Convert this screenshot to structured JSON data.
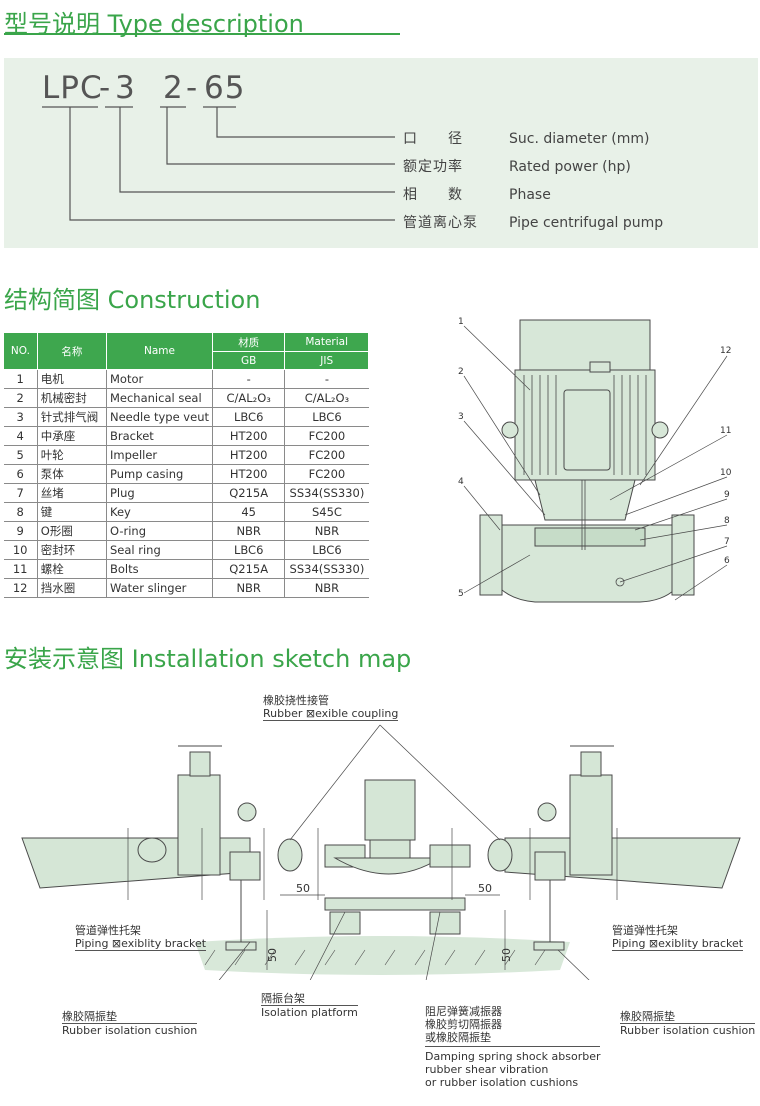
{
  "type_section": {
    "title_cn": "型号说明",
    "title_en": "Type description",
    "model": {
      "part1": "LPC",
      "dash1": "-",
      "part2": "3",
      "part3": "2",
      "dash2": "-",
      "part4": "65"
    },
    "legend": [
      {
        "cn": "口　　径",
        "en": "Suc. diameter (mm)"
      },
      {
        "cn": "额定功率",
        "en": "Rated power (hp)"
      },
      {
        "cn": "相　　数",
        "en": "Phase"
      },
      {
        "cn": "管道离心泵",
        "en": "Pipe centrifugal pump"
      }
    ]
  },
  "construction": {
    "title_cn": "结构简图",
    "title_en": "Construction",
    "headers": {
      "no": "NO.",
      "cn_name": "名称",
      "en_name": "Name",
      "material_cn": "材质",
      "material_en": "Material",
      "gb": "GB",
      "jis": "JIS"
    },
    "rows": [
      {
        "no": "1",
        "cn": "电机",
        "en": "Motor",
        "gb": "-",
        "jis": "-"
      },
      {
        "no": "2",
        "cn": "机械密封",
        "en": "Mechanical seal",
        "gb": "C/AL₂O₃",
        "jis": "C/AL₂O₃"
      },
      {
        "no": "3",
        "cn": "针式排气阀",
        "en": "Needle type veut",
        "gb": "LBC6",
        "jis": "LBC6"
      },
      {
        "no": "4",
        "cn": "中承座",
        "en": "Bracket",
        "gb": "HT200",
        "jis": "FC200"
      },
      {
        "no": "5",
        "cn": "叶轮",
        "en": "Impeller",
        "gb": "HT200",
        "jis": "FC200"
      },
      {
        "no": "6",
        "cn": "泵体",
        "en": "Pump casing",
        "gb": "HT200",
        "jis": "FC200"
      },
      {
        "no": "7",
        "cn": "丝堵",
        "en": "Plug",
        "gb": "Q215A",
        "jis": "SS34(SS330)"
      },
      {
        "no": "8",
        "cn": "键",
        "en": "Key",
        "gb": "45",
        "jis": "S45C"
      },
      {
        "no": "9",
        "cn": "O形圈",
        "en": "O-ring",
        "gb": "NBR",
        "jis": "NBR"
      },
      {
        "no": "10",
        "cn": "密封环",
        "en": "Seal ring",
        "gb": "LBC6",
        "jis": "LBC6"
      },
      {
        "no": "11",
        "cn": "螺栓",
        "en": "Bolts",
        "gb": "Q215A",
        "jis": "SS34(SS330)"
      },
      {
        "no": "12",
        "cn": "挡水圈",
        "en": "Water slinger",
        "gb": "NBR",
        "jis": "NBR"
      }
    ],
    "callouts": [
      "1",
      "2",
      "3",
      "4",
      "5",
      "6",
      "7",
      "8",
      "9",
      "10",
      "11",
      "12"
    ]
  },
  "installation": {
    "title_cn": "安装示意图",
    "title_en": "Installation sketch map",
    "labels": {
      "coupling_cn": "橡胶挠性接管",
      "coupling_en": "Rubber ⊠exible coupling",
      "bracket_cn": "管道弹性托架",
      "bracket_en": "Piping ⊠exiblity bracket",
      "cushion_cn": "橡胶隔振垫",
      "cushion_en": "Rubber isolation cushion",
      "platform_cn": "隔振台架",
      "platform_en": "Isolation platform",
      "damper_cn1": "阻尼弹簧减振器",
      "damper_cn2": "橡胶剪切隔振器",
      "damper_cn3": "或橡胶隔振垫",
      "damper_en1": "Damping spring shock absorber",
      "damper_en2": "rubber shear vibration",
      "damper_en3": "or rubber isolation cushions",
      "dim": "50"
    }
  },
  "colors": {
    "accent": "#3aa54a",
    "panel": "#e8f1e8",
    "drawing_fill": "#d5e6d6",
    "line": "#4a4a4a"
  }
}
